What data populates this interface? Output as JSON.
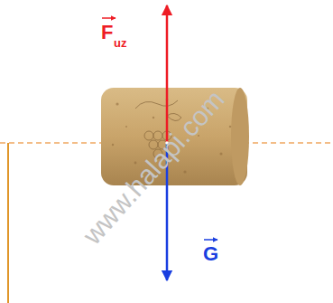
{
  "diagram": {
    "labels": [
      "F",
      "uz",
      "G",
      "www.halapi.com"
    ]
  }
}
